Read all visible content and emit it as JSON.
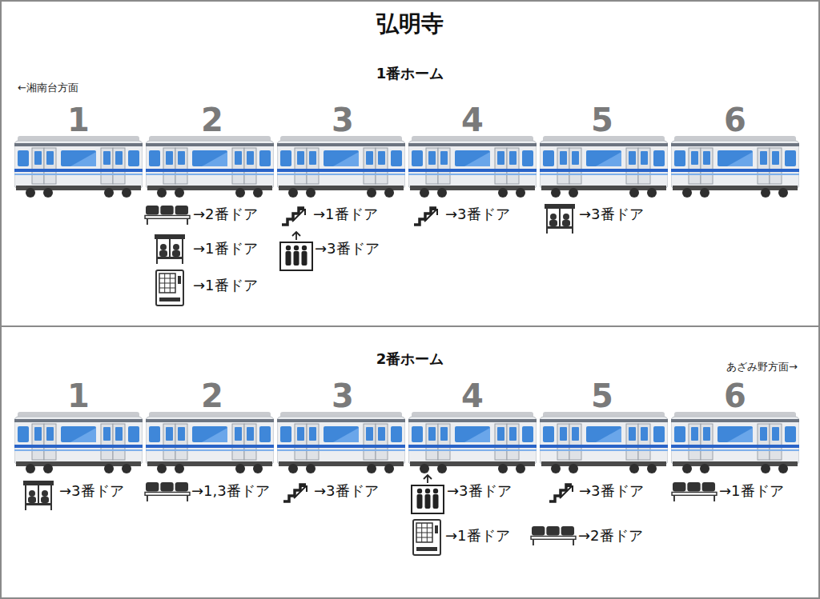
{
  "diagram": {
    "title": "弘明寺",
    "nodes": [
      {
        "text": [
          "1番ホーム"
        ]
      },
      {
        "text": [
          "2番ホーム"
        ]
      }
    ],
    "labels": [
      "←湘南台方面",
      "1",
      "2",
      "3",
      "4",
      "5",
      "6",
      "→2番ドア",
      "→1番ドア",
      "→1番ドア",
      "→1番ドア",
      "→3番ドア",
      "→3番ドア",
      "→3番ドア",
      "あざみ野方面→",
      "1",
      "2",
      "3",
      "4",
      "5",
      "6",
      "→3番ドア",
      "→1,3番ドア",
      "→3番ドア",
      "→3番ドア",
      "→1番ドア",
      "→3番ドア",
      "→2番ドア",
      "→1番ドア"
    ]
  }
}
